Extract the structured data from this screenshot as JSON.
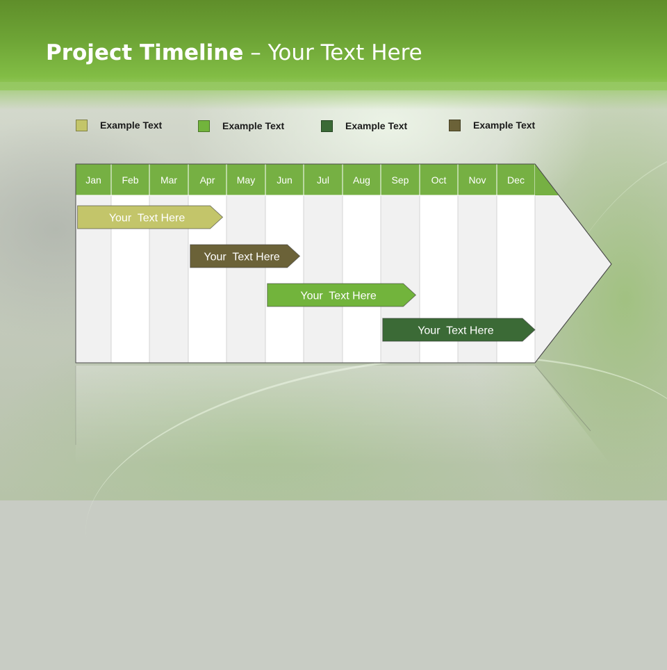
{
  "slide": {
    "title_bold": "Project Timeline",
    "title_sep": "–",
    "title_rest": "Your Text Here"
  },
  "colors": {
    "header_green": "#72ac38",
    "month_header": "#76b043",
    "legend_1": "#c3c56a",
    "legend_2": "#72b43c",
    "legend_3": "#3b6a36",
    "legend_4": "#6b6238"
  },
  "legend": [
    {
      "label": "Example Text",
      "color": "#c3c56a"
    },
    {
      "label": "Example Text",
      "color": "#72b43c"
    },
    {
      "label": "Example Text",
      "color": "#3b6a36"
    },
    {
      "label": "Example Text",
      "color": "#6b6238"
    }
  ],
  "months": [
    "Jan",
    "Feb",
    "Mar",
    "Apr",
    "May",
    "Jun",
    "Jul",
    "Aug",
    "Sep",
    "Oct",
    "Nov",
    "Dec"
  ],
  "tasks": [
    {
      "label": "Your  Text Here",
      "start_month": 0.05,
      "end_month": 3.9,
      "color": "#c3c56a",
      "text_color": "#ffffff"
    },
    {
      "label": "Your  Text Here",
      "start_month": 3.05,
      "end_month": 5.9,
      "color": "#6b6238",
      "text_color": "#ffffff"
    },
    {
      "label": "Your  Text Here",
      "start_month": 5.05,
      "end_month": 8.9,
      "color": "#72b43c",
      "text_color": "#ffffff"
    },
    {
      "label": "Your  Text Here",
      "start_month": 8.05,
      "end_month": 12.0,
      "color": "#3b6a36",
      "text_color": "#ffffff"
    }
  ]
}
